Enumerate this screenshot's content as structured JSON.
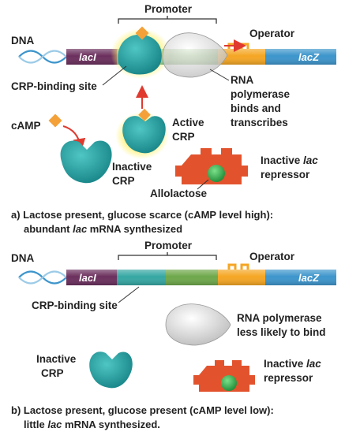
{
  "panel_a": {
    "dna_label": "DNA",
    "promoter_label": "Promoter",
    "operator_label": "Operator",
    "laci_label": "lacI",
    "lacz_label": "lacZ",
    "crp_site_label": "CRP-binding site",
    "rnap_label_lines": [
      "RNA",
      "polymerase",
      "binds and",
      "transcribes"
    ],
    "camp_label": "cAMP",
    "active_crp_lines": [
      "Active",
      "CRP"
    ],
    "inactive_crp_lines": [
      "Inactive",
      "CRP"
    ],
    "repressor_lines": [
      "Inactive ",
      "lac",
      "repressor"
    ],
    "allolactose_label": "Allolactose",
    "caption_line1": "a) Lactose present, glucose scarce (cAMP level high):",
    "caption_line2_pre": "abundant ",
    "caption_line2_italic": "lac",
    "caption_line2_post": " mRNA synthesized"
  },
  "panel_b": {
    "dna_label": "DNA",
    "promoter_label": "Promoter",
    "operator_label": "Operator",
    "laci_label": "lacI",
    "lacz_label": "lacZ",
    "crp_site_label": "CRP-binding site",
    "rnap_label_lines": [
      "RNA polymerase",
      "less likely to bind"
    ],
    "inactive_crp_lines": [
      "Inactive",
      "CRP"
    ],
    "repressor_lines": [
      "Inactive ",
      "lac",
      "repressor"
    ],
    "caption_line1": "b)  Lactose present, glucose present (cAMP level low):",
    "caption_line2_pre": "little ",
    "caption_line2_italic": "lac",
    "caption_line2_post": " mRNA synthesized."
  },
  "colors": {
    "laci": "#6b2f5d",
    "crp_site": "#35a7a3",
    "promoter_green": "#6ea84a",
    "operator": "#f5a623",
    "lacz": "#3c95cc",
    "crp_protein": "#1e9fa2",
    "camp": "#f4a13a",
    "glow": "#fff06a",
    "repressor": "#e2532d",
    "allolactose": "#2fb34d",
    "arrow": "#e03a2f"
  }
}
